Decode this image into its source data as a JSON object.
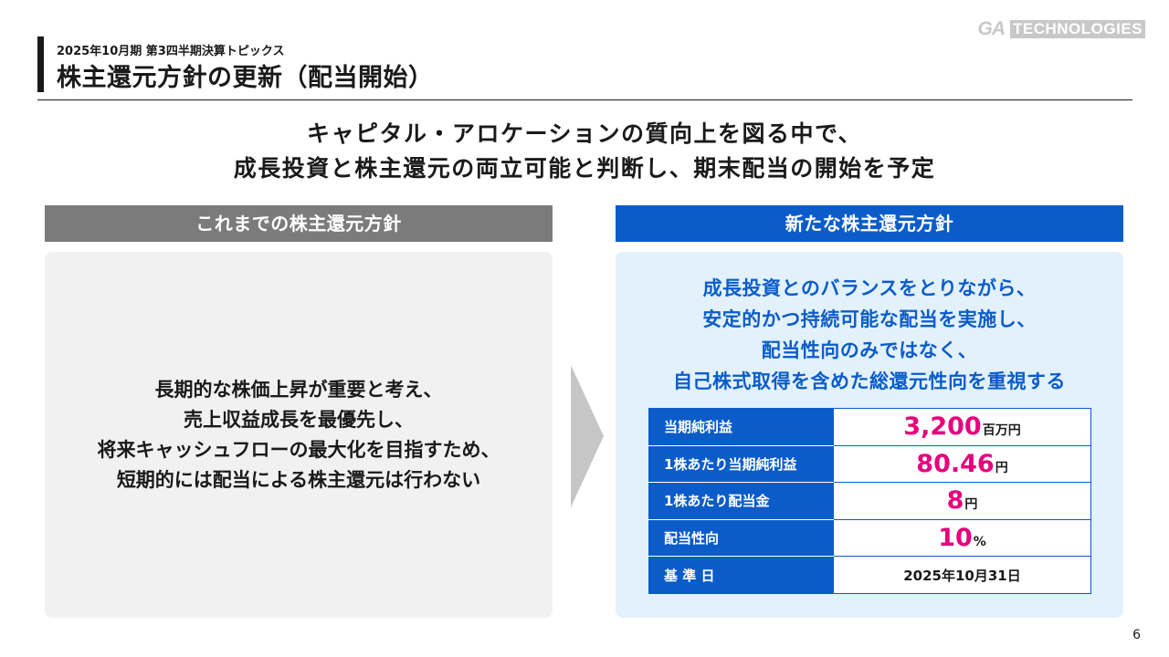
{
  "header": {
    "subtitle": "2025年10月期 第3四半期決算トピックス",
    "title": "株主還元方針の更新（配当開始）"
  },
  "logo": {
    "mark": "GA",
    "word": "TECHNOLOGIES"
  },
  "headline": {
    "line1": "キャピタル・アロケーションの質向上を図る中で、",
    "line2": "成長投資と株主還元の両立可能と判断し、期末配当の開始を予定"
  },
  "previous_policy": {
    "heading": "これまでの株主還元方針",
    "lines": [
      "長期的な株価上昇が重要と考え、",
      "売上収益成長を最優先し、",
      "将来キャッシュフローの最大化を目指すため、",
      "短期的には配当による株主還元は行わない"
    ]
  },
  "new_policy": {
    "heading": "新たな株主還元方針",
    "lines": [
      "成長投資とのバランスをとりながら、",
      "安定的かつ持続可能な配当を実施し、",
      "配当性向のみではなく、",
      "自己株式取得を含めた総還元性向を重視する"
    ],
    "metrics": [
      {
        "label": "当期純利益",
        "value": "3,200",
        "unit": "百万円"
      },
      {
        "label": "1株あたり当期純利益",
        "value": "80.46",
        "unit": "円"
      },
      {
        "label": "1株あたり配当金",
        "value": "8",
        "unit": "円"
      },
      {
        "label": "配当性向",
        "value": "10",
        "unit": "%"
      },
      {
        "label": "基 準 日",
        "value": "2025年10月31日"
      }
    ]
  },
  "page_number": "6",
  "colors": {
    "accent_blue": "#0b5cc9",
    "highlight_magenta": "#e6007e",
    "gray_header": "#7b7b7b",
    "light_blue_panel": "#e2f1fc",
    "light_gray_panel": "#f1f1f1"
  }
}
